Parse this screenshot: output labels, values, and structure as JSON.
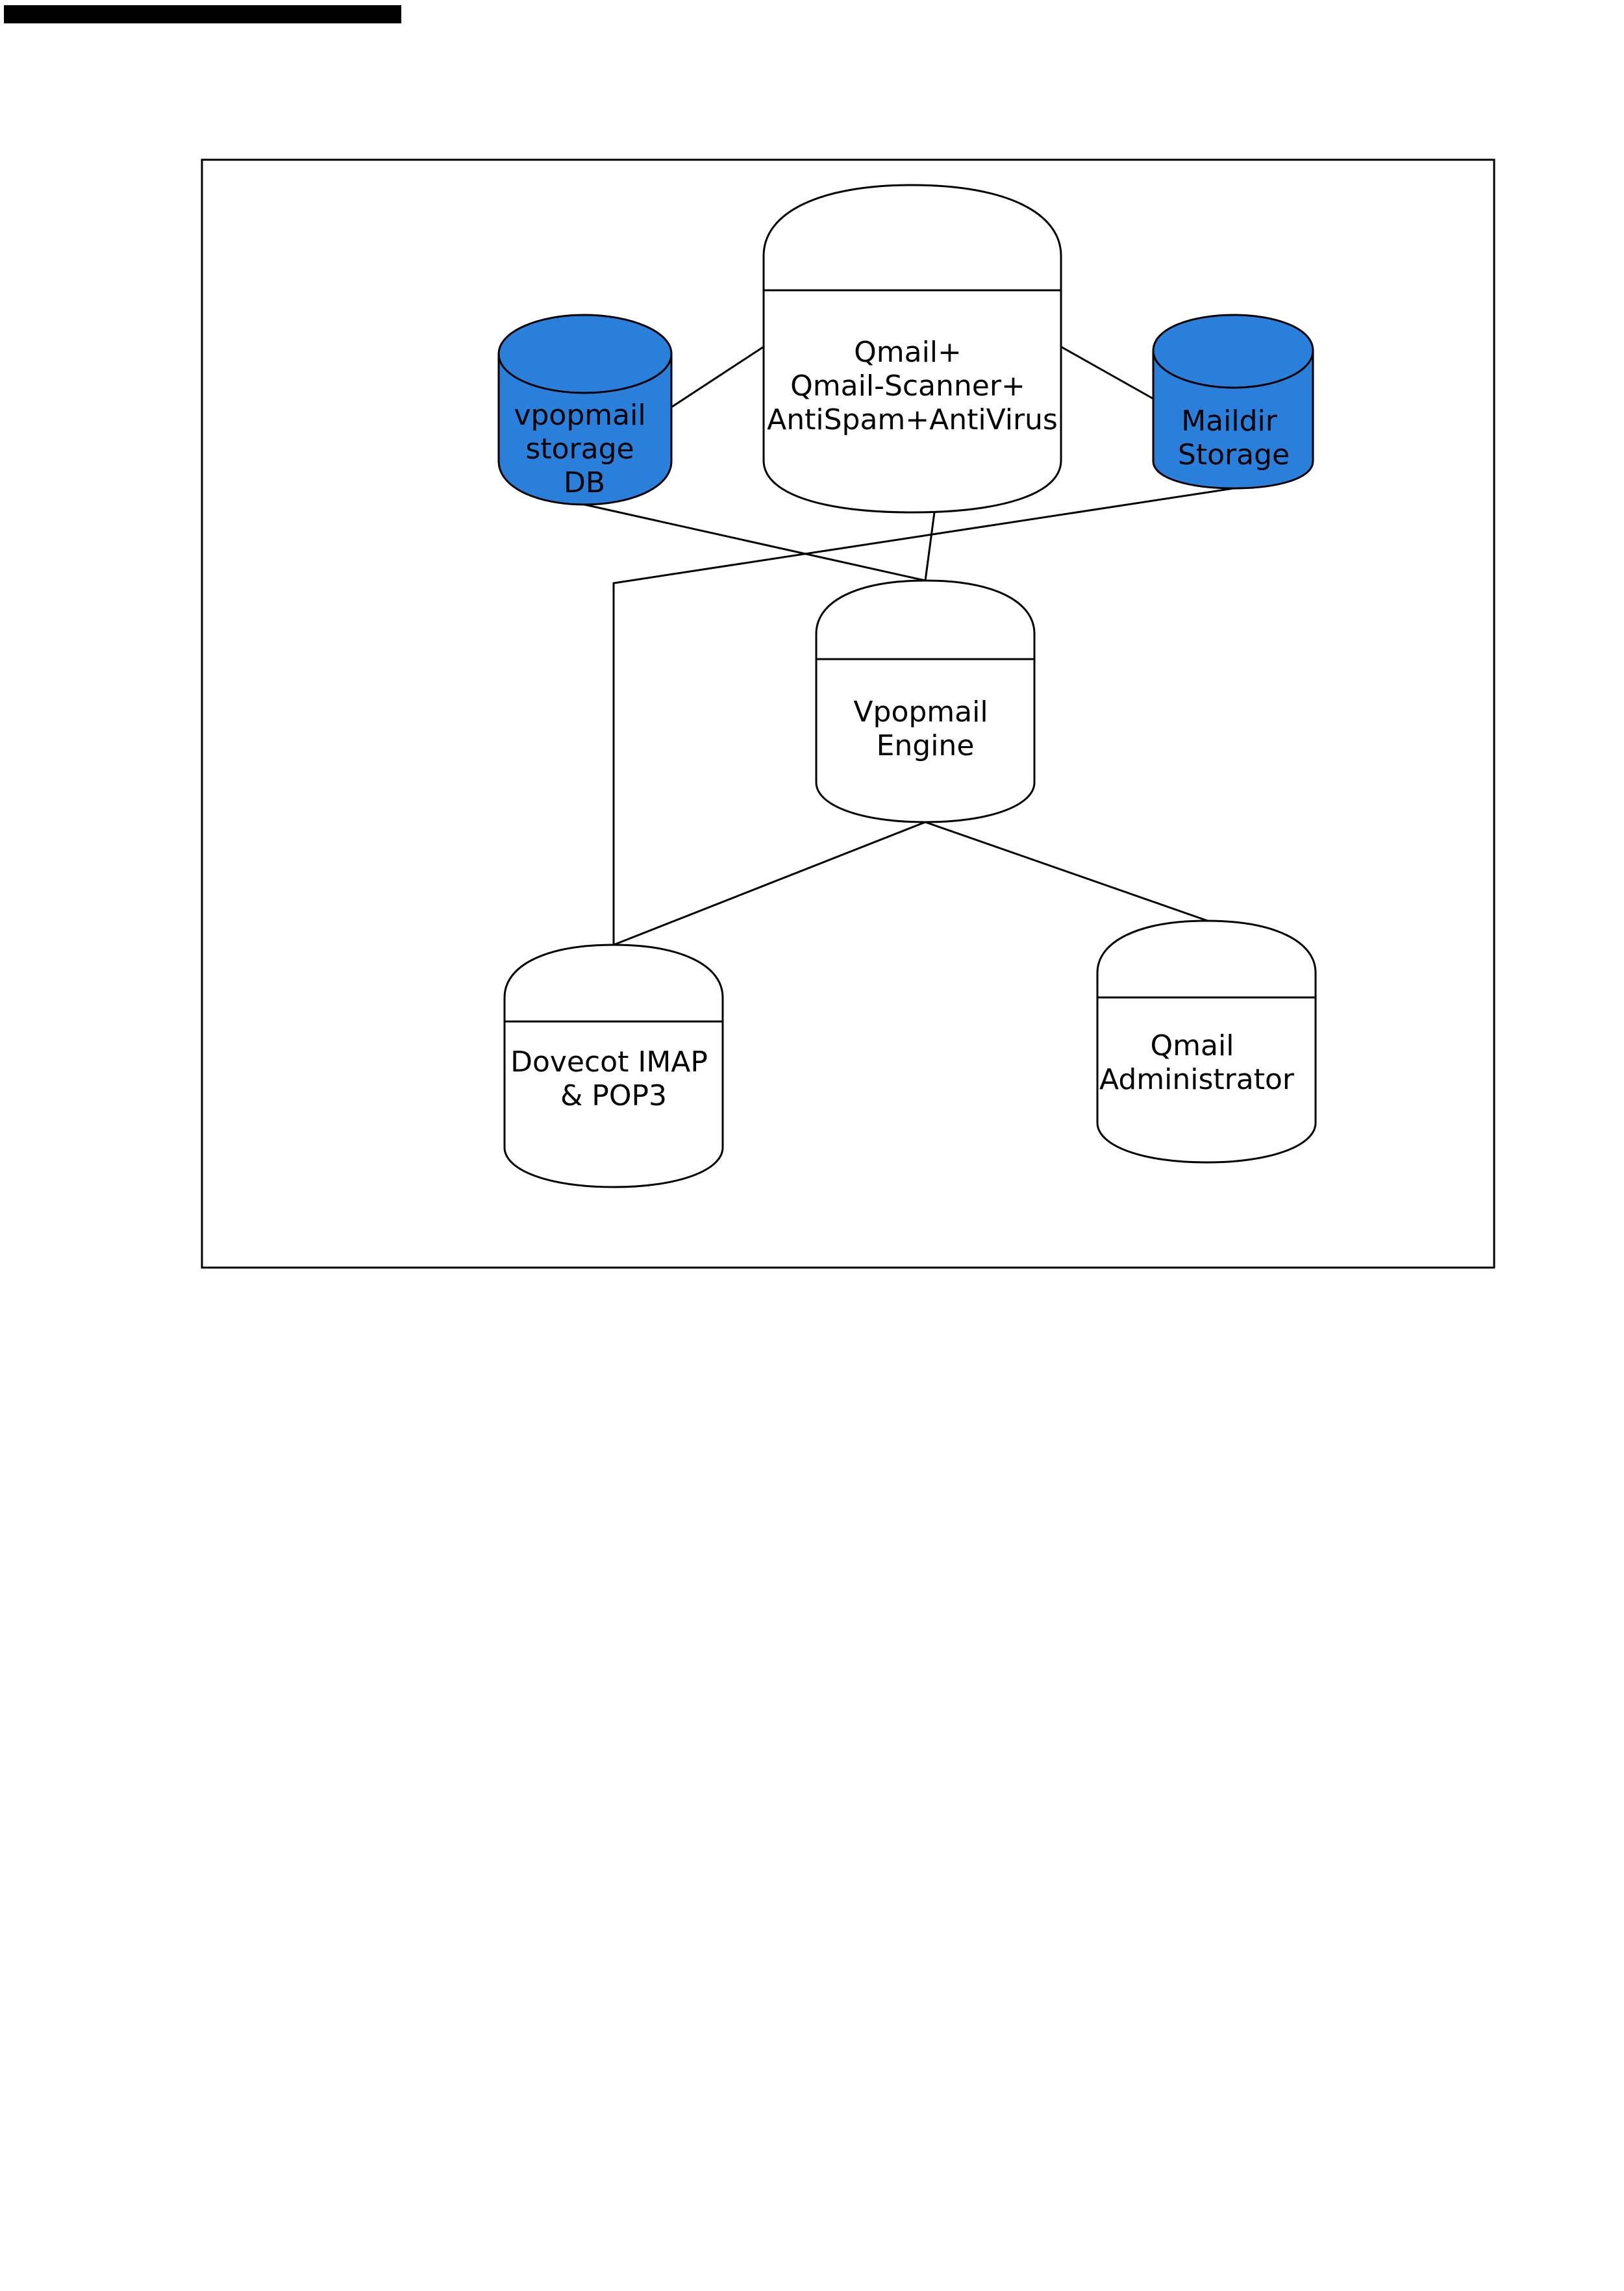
{
  "colors": {
    "storage_fill": "#2a7fdb",
    "process_fill": "#ffffff",
    "stroke": "#000000",
    "header_bar": "#000000"
  },
  "nodes": {
    "qmail_scanner": {
      "icon": "process-cylinder",
      "lines": [
        "Qmail+",
        "Qmail-Scanner+",
        "AntiSpam+AntiVirus"
      ]
    },
    "vpopmail_db": {
      "icon": "database-cylinder",
      "lines": [
        "vpopmail",
        "storage",
        "DB"
      ]
    },
    "maildir_storage": {
      "icon": "database-cylinder",
      "lines": [
        "Maildir",
        "Storage"
      ]
    },
    "vpopmail_engine": {
      "icon": "process-cylinder",
      "lines": [
        "Vpopmail",
        "Engine"
      ]
    },
    "dovecot": {
      "icon": "process-cylinder",
      "lines": [
        "Dovecot IMAP",
        "& POP3"
      ]
    },
    "qmail_admin": {
      "icon": "process-cylinder",
      "lines": [
        "Qmail",
        "Administrator"
      ]
    }
  }
}
